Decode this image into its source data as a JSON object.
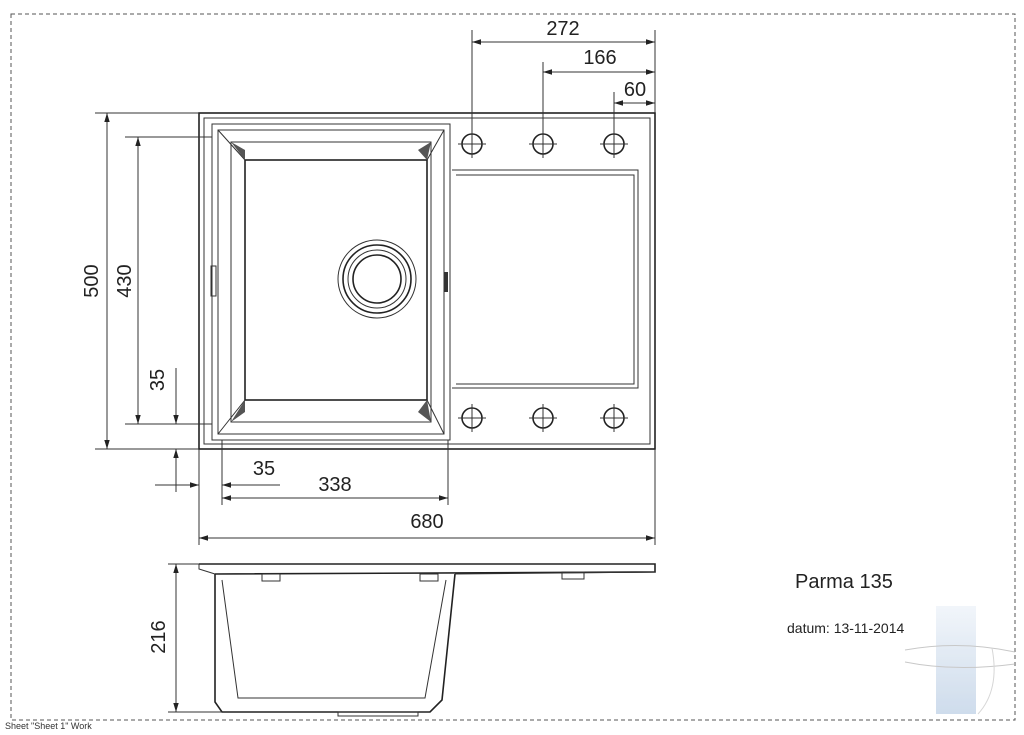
{
  "title": "Parma 135",
  "date": "datum: 13-11-2014",
  "footer": "Sheet \"Sheet 1\" Work",
  "dimensions": {
    "total_width": "680",
    "bowl_width": "338",
    "edge_left": "35",
    "right_272": "272",
    "right_166": "166",
    "right_60": "60",
    "total_depth": "500",
    "bowl_depth": "430",
    "edge_bottom": "35",
    "bowl_height": "216"
  },
  "colors": {
    "line": "#333333",
    "watermark": "#c9d8ea"
  }
}
